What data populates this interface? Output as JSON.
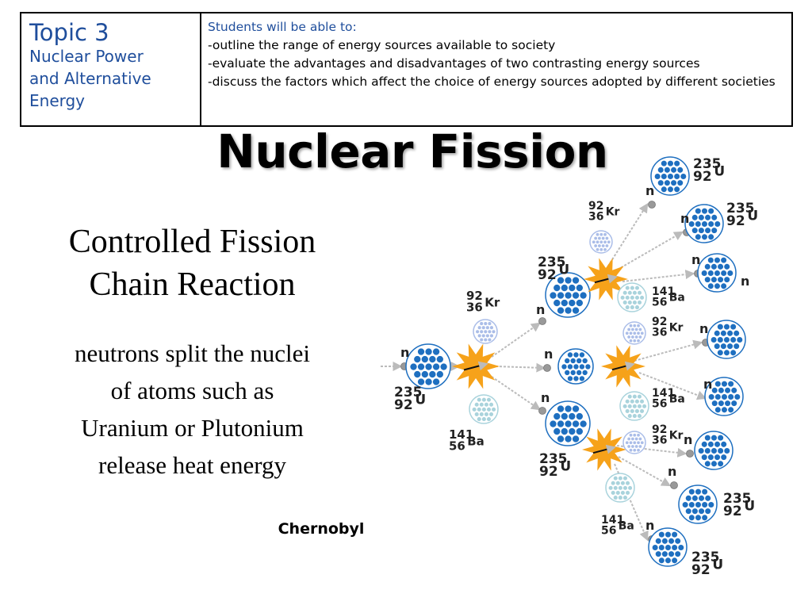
{
  "header": {
    "topic_number": "Topic 3",
    "topic_name_line1": "Nuclear Power",
    "topic_name_line2": "and Alternative",
    "topic_name_line3": "Energy",
    "objectives_heading": "Students will be able to:",
    "objectives": [
      "-outline the range of energy sources available to society",
      "-evaluate the advantages and disadvantages of two contrasting energy sources",
      "-discuss the factors which affect the choice of energy sources adopted by different societies"
    ]
  },
  "title": "Nuclear Fission",
  "subtitle_line1": "Controlled Fission",
  "subtitle_line2": "Chain Reaction",
  "body_lines": [
    "neutrons split the nuclei",
    "of atoms such as",
    "Uranium or Plutonium",
    "release heat energy"
  ],
  "footer_link": "Chernobyl",
  "diagram": {
    "neutron_symbol": "n",
    "uranium": {
      "mass": "235",
      "atomic": "92",
      "symbol": "U"
    },
    "krypton": {
      "mass": "92",
      "atomic": "36",
      "symbol": "Kr"
    },
    "barium": {
      "mass": "141",
      "atomic": "56",
      "symbol": "Ba"
    }
  },
  "colors": {
    "heading_blue": "#1f4e9c",
    "uranium": "#1e6fc0",
    "krypton": "#aabde8",
    "barium": "#a9d3dc",
    "flash": "#f6a21a",
    "neutron": "#999999"
  }
}
